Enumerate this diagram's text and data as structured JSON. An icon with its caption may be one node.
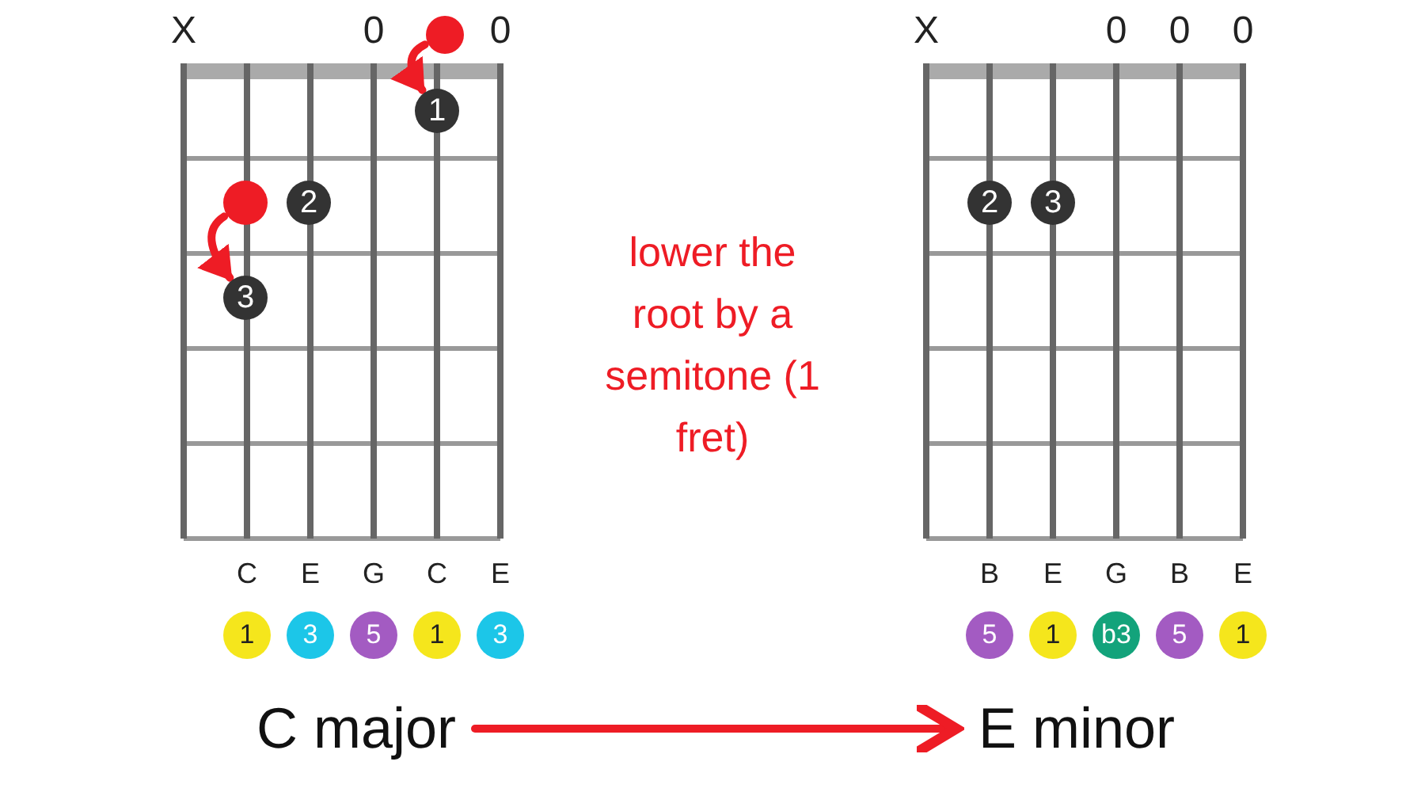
{
  "diagram": {
    "nodes": [
      {
        "text": [
          "C major"
        ]
      },
      {
        "text": [
          "E minor"
        ]
      },
      {
        "text": [],
        "shape": "circle"
      },
      {
        "text": [
          "1"
        ]
      },
      {
        "text": [
          "2"
        ]
      },
      {
        "text": [],
        "shape": "circle"
      },
      {
        "text": [
          "3"
        ]
      },
      {
        "text": [
          "1"
        ]
      },
      {
        "text": [
          "3"
        ]
      },
      {
        "text": [
          "5"
        ]
      },
      {
        "text": [
          "1"
        ]
      },
      {
        "text": [
          "3"
        ]
      },
      {
        "text": [
          "2"
        ]
      },
      {
        "text": [
          "3"
        ]
      },
      {
        "text": [
          "5"
        ]
      },
      {
        "text": [
          "1"
        ]
      },
      {
        "text": [
          "b3"
        ]
      },
      {
        "text": [
          "5"
        ]
      },
      {
        "text": [
          "1"
        ]
      }
    ],
    "edges": [
      {
        "from": 0,
        "to": 1,
        "arrow": "to"
      },
      {
        "from": 2,
        "to": 3,
        "arrow": "to"
      },
      {
        "from": 5,
        "to": 6,
        "arrow": "to"
      }
    ],
    "labels": [
      "X",
      "0",
      "0",
      "X",
      "0",
      "0",
      "0",
      "lower the root by a semitone (1 fret)",
      "C",
      "E",
      "G",
      "C",
      "E",
      "B",
      "E",
      "G",
      "B",
      "E"
    ]
  }
}
